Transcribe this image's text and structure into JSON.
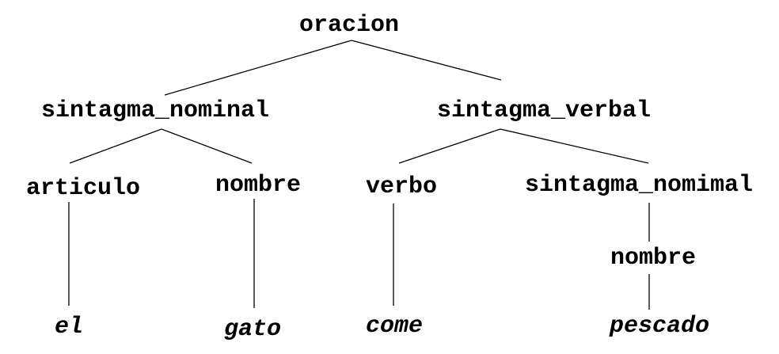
{
  "tree": {
    "root": "oracion",
    "sintagma_nominal": "sintagma_nominal",
    "sintagma_verbal": "sintagma_verbal",
    "articulo": "articulo",
    "nombre_1": "nombre",
    "verbo": "verbo",
    "sintagma_nomimal": "sintagma_nomimal",
    "nombre_2": "nombre",
    "leaf_el": "el",
    "leaf_gato": "gato",
    "leaf_come": "come",
    "leaf_pescado": "pescado"
  },
  "colors": {
    "text": "#000000",
    "lines": "#000000",
    "background": "#ffffff"
  }
}
